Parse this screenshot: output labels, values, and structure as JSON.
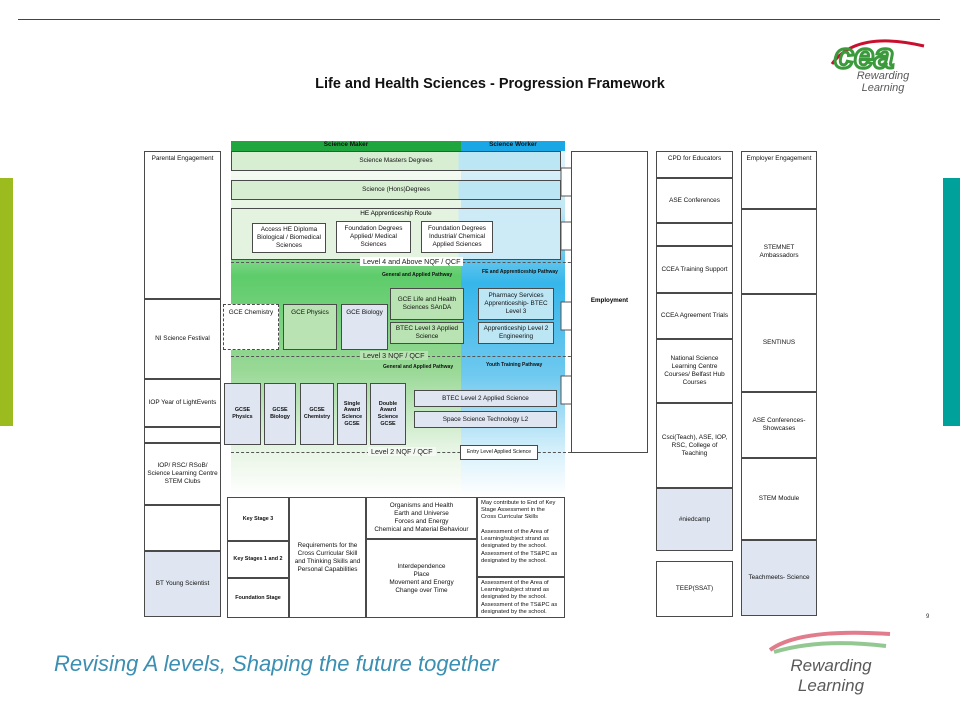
{
  "title": "Life and Health Sciences - Progression Framework",
  "brand": {
    "logo_text": "cea",
    "tagline": "Rewarding Learning",
    "footer_slogan": "Revising A levels, Shaping the future together",
    "page_number": "9",
    "colors": {
      "green": "#3b9a3b",
      "red": "#c8102e",
      "teal": "#00a19a",
      "lime": "#9bbb1e",
      "slogan": "#3a8fb2"
    }
  },
  "columns": {
    "science_maker": "Science Maker",
    "science_worker": "Science Worker"
  },
  "left_column": [
    "Parental Engagement",
    "NI Science Festival",
    "IOP Year of LightEvents",
    "IOP/ RSC/ RSoB/ Science Learning Centre STEM Clubs",
    "BT Young Scientist"
  ],
  "bands": {
    "masters": "Science Masters Degrees",
    "hons": "Science (Hons)Degrees",
    "he_app": "HE Apprenticeship Route"
  },
  "he_boxes": [
    "Access HE Diploma Biological / Biomedical Sciences",
    "Foundation Degrees Applied/ Medical Sciences",
    "Foundation Degrees Industrial/ Chemical Applied Sciences"
  ],
  "levels": {
    "l4": "Level 4 and Above NQF / QCF",
    "l3": "Level 3 NQF / QCF",
    "l2": "Level 2 NQF / QCF"
  },
  "pathways": {
    "gen_applied_1": "General and Applied Pathway",
    "fe_app": "FE and Apprenticeship Pathway",
    "gen_applied_2": "General and Applied Pathway",
    "youth": "Youth Training Pathway"
  },
  "l3_boxes": {
    "gce_chem": "GCE Chemistry",
    "gce_phys": "GCE Physics",
    "gce_bio": "GCE Biology",
    "gce_lhs": "GCE Life and Health Sciences SAnDA",
    "btec_l3": "BTEC Level 3 Applied Science",
    "pharmacy": "Pharmacy Services Apprenticeship- BTEC Level 3",
    "apprent_l2": "Apprenticeship Level 2 Engineering"
  },
  "gcse_boxes": [
    "GCSE Physics",
    "GCSE Biology",
    "GCSE Chemistry",
    "Single Award Science GCSE",
    "Double Award Science GCSE"
  ],
  "l2_boxes": {
    "btec_l2": "BTEC Level 2 Applied Science",
    "space": "Space Science Technology L2",
    "entry": "Entry Level Applied Science"
  },
  "employment": "Employment",
  "key_stages": [
    "Key Stage 3",
    "Key Stages 1 and 2",
    "Foundation Stage"
  ],
  "requirements": "Requirements for the Cross Curricular Skill and Thinking Skills and Personal Capabilities",
  "ks3_topics": "Organisms and Health\nEarth and Universe\nForces and Energy\nChemical and Material Behaviour",
  "ks12_topics": "Interdependence\nPlace\nMovement and Energy\nChange over Time",
  "assessment_notes": [
    "May contribute to End of Key Stage Assessment in the Cross Curricular Skills\n\nAssessment of the Area of Learning/subject strand as designated by the school. Assessment of the TS&PC as designated by the school.",
    "Assessment of the Area of Learning/subject strand as designated by the school. Assessment of the TS&PC as designated by the school."
  ],
  "educator_column": [
    "CPD for Educators",
    "ASE Conferences",
    "CCEA Training Support",
    "CCEA Agreement Trials",
    "National Science Learning Centre Courses/ Belfast Hub Courses",
    "Csci(Teach), ASE, IOP, RSC, College of Teaching",
    "#niedcamp",
    "TEEP(SSAT)"
  ],
  "employer_column": [
    "Employer Engagement",
    "STEMNET Ambassadors",
    "SENTINUS",
    "ASE Conferences- Showcases",
    "STEM Module",
    "Teachmeets- Science"
  ]
}
